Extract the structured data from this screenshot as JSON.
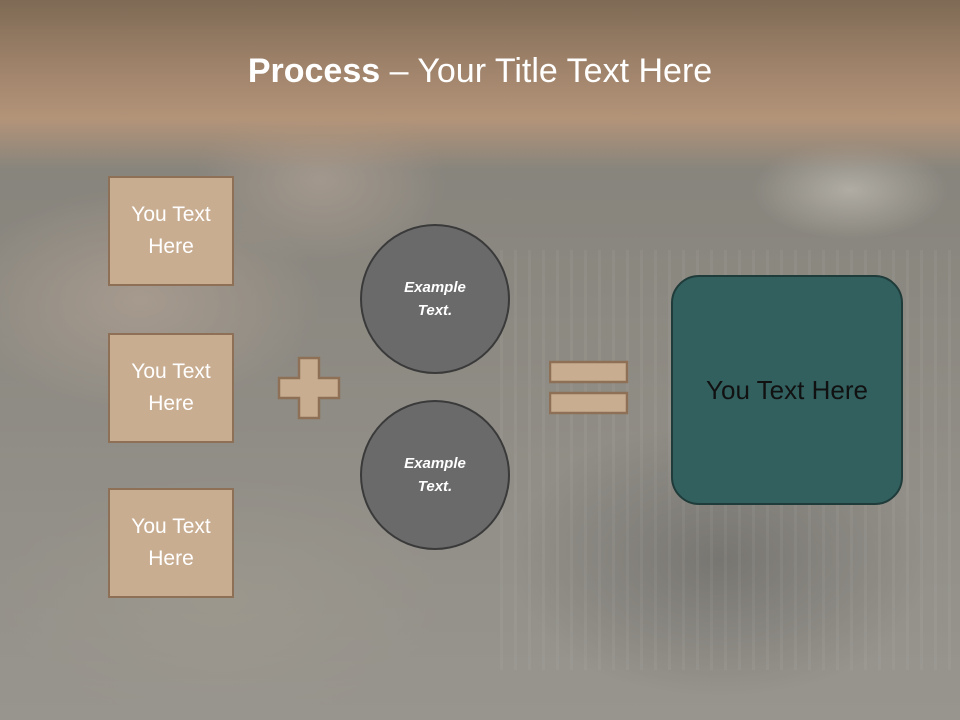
{
  "slide": {
    "title_bold": "Process",
    "title_rest": " – Your Title Text Here",
    "boxes": [
      {
        "label": "You Text Here"
      },
      {
        "label": "You Text Here"
      },
      {
        "label": "You Text Here"
      }
    ],
    "circles": [
      {
        "label": "Example Text."
      },
      {
        "label": "Example Text."
      }
    ],
    "result_label": "You Text Here"
  },
  "colors": {
    "box_fill": "#c9ad91",
    "box_border": "#8e7056",
    "circle_fill": "#6a6a6a",
    "result_fill": "#31605f",
    "header_brown": "#9c8068"
  },
  "icons": {
    "operator_1": "plus-icon",
    "operator_2": "equals-icon"
  }
}
